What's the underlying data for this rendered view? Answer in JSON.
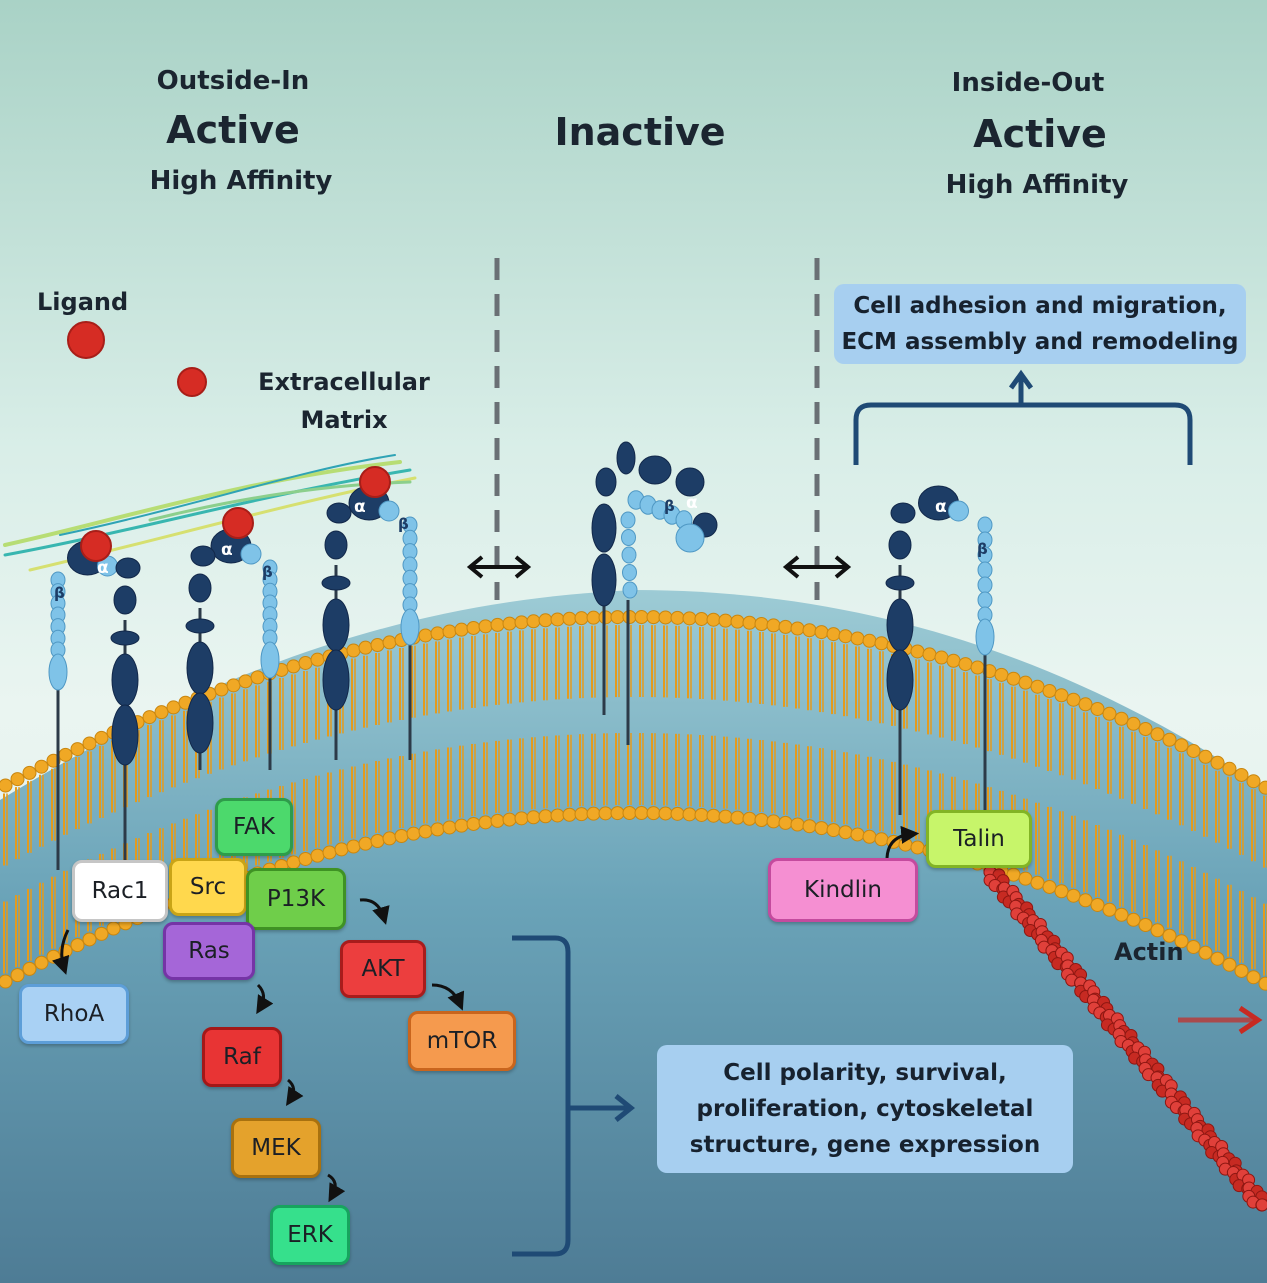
{
  "headings": {
    "outside_in": {
      "line1": "Outside-In",
      "line2": "Active",
      "line3": "High Affinity"
    },
    "inactive": "Inactive",
    "inside_out": {
      "line1": "Inside-Out",
      "line2": "Active",
      "line3": "High Affinity"
    }
  },
  "labels": {
    "ligand": "Ligand",
    "ecm_line1": "Extracellular",
    "ecm_line2": "Matrix",
    "actin": "Actin",
    "alpha": "α",
    "beta": "β"
  },
  "outcomes": {
    "adhesion": {
      "line1": "Cell adhesion and migration,",
      "line2": "ECM assembly and remodeling"
    },
    "polarity": {
      "line1": "Cell polarity, survival,",
      "line2": "proliferation, cytoskeletal",
      "line3": "structure, gene expression"
    }
  },
  "signaling_nodes": {
    "fak": "FAK",
    "rac1": "Rac1",
    "src": "Src",
    "p13k": "P13K",
    "ras": "Ras",
    "rhoa": "RhoA",
    "akt": "AKT",
    "mtor": "mTOR",
    "raf": "Raf",
    "mek": "MEK",
    "erk": "ERK",
    "kindlin": "Kindlin",
    "talin": "Talin"
  },
  "colors": {
    "integrin_dark": "#1d3d66",
    "integrin_light": "#7fc3e8",
    "ligand_red": "#d62c24",
    "membrane_orange": "#f0a825",
    "actin_red": "#c72a22",
    "outcome_box": "#a7cff0",
    "fak": "#4cd96c",
    "rac1": "#ffffff",
    "src": "#ffd84d",
    "p13k": "#6fce4a",
    "ras": "#a566d8",
    "rhoa": "#a9d1f4",
    "akt": "#ec3e3e",
    "mtor": "#f59a4e",
    "raf": "#e83434",
    "mek": "#e4a22c",
    "erk": "#36e08c",
    "kindlin": "#f58fd2",
    "talin": "#c7f56a"
  }
}
